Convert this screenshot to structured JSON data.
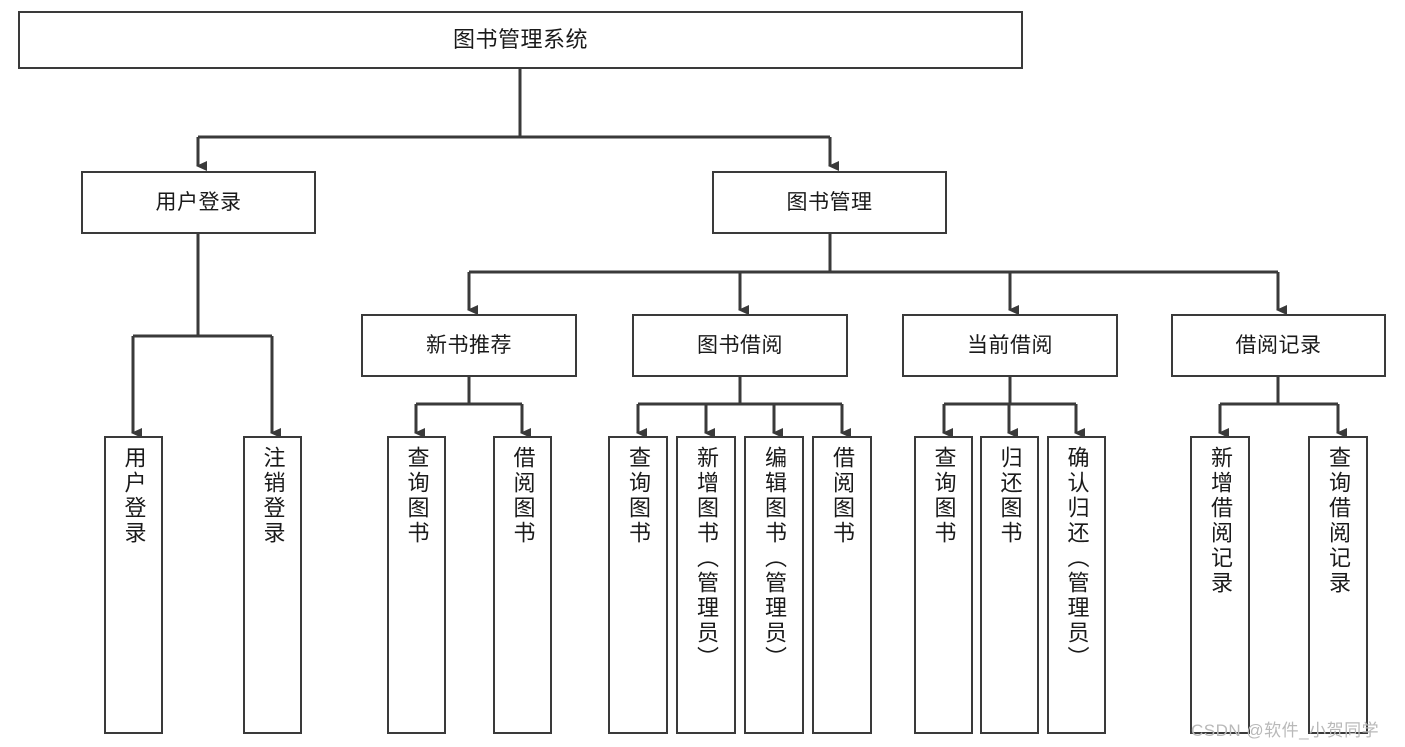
{
  "diagram": {
    "title_node": {
      "label": "图书管理系统"
    },
    "level2": [
      {
        "id": "user-login",
        "label": "用户登录"
      },
      {
        "id": "book-management",
        "label": "图书管理"
      }
    ],
    "level3": [
      {
        "id": "new-book-recommendation",
        "label": "新书推荐"
      },
      {
        "id": "book-borrowing",
        "label": "图书借阅"
      },
      {
        "id": "current-borrowing",
        "label": "当前借阅"
      },
      {
        "id": "borrowing-records",
        "label": "借阅记录"
      }
    ],
    "leaves": {
      "user_login": [
        {
          "id": "leaf-user-login",
          "label": "用户登录"
        },
        {
          "id": "leaf-logout-login",
          "label": "注销登录"
        }
      ],
      "new_book_recommendation": [
        {
          "id": "leaf-query-books-1",
          "label": "查询图书"
        },
        {
          "id": "leaf-borrow-books-1",
          "label": "借阅图书"
        }
      ],
      "book_borrowing": [
        {
          "id": "leaf-query-books-2",
          "label": "查询图书"
        },
        {
          "id": "leaf-add-book-admin",
          "label": "新增图书（管理员）"
        },
        {
          "id": "leaf-edit-book-admin",
          "label": "编辑图书（管理员）"
        },
        {
          "id": "leaf-borrow-books-2",
          "label": "借阅图书"
        }
      ],
      "current_borrowing": [
        {
          "id": "leaf-query-books-3",
          "label": "查询图书"
        },
        {
          "id": "leaf-return-books",
          "label": "归还图书"
        },
        {
          "id": "leaf-confirm-return-admin",
          "label": "确认归还（管理员）"
        }
      ],
      "borrowing_records": [
        {
          "id": "leaf-add-borrow-record",
          "label": "新增借阅记录"
        },
        {
          "id": "leaf-query-borrow-record",
          "label": "查询借阅记录"
        }
      ]
    },
    "watermark": "CSDN @软件_小贺同学",
    "colors": {
      "box_border": "#3a3a3a",
      "connector": "#3a3a3a",
      "text": "#1a1a1a",
      "background": "#ffffff",
      "watermark": "#b9b9b9"
    }
  }
}
